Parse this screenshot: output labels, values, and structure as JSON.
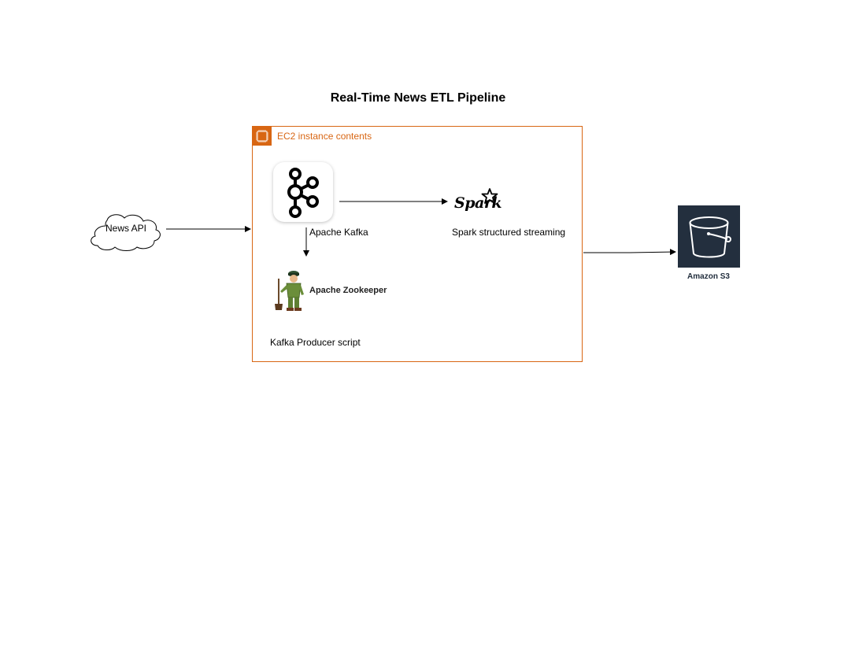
{
  "title": "Real-Time News ETL Pipeline",
  "ec2": {
    "label": "EC2 instance contents",
    "color": "#d86613"
  },
  "nodes": {
    "news_api": {
      "label": "News API",
      "icon": "cloud-shape"
    },
    "kafka": {
      "label": "Apache Kafka",
      "icon": "kafka-logo-icon"
    },
    "spark": {
      "label": "Spark structured streaming",
      "logo_text": "Spark",
      "icon": "spark-star-icon"
    },
    "zookeeper": {
      "label": "Apache Zookeeper",
      "icon": "zookeeper-figure-icon"
    },
    "producer": {
      "label": "Kafka Producer script"
    },
    "s3": {
      "label": "Amazon S3",
      "icon": "s3-bucket-icon",
      "color": "#232f3e"
    }
  },
  "edges": [
    {
      "from": "News API",
      "to": "EC2 instance contents"
    },
    {
      "from": "Apache Kafka",
      "to": "Spark structured streaming"
    },
    {
      "from": "Apache Kafka",
      "to": "Apache Zookeeper"
    },
    {
      "from": "EC2 instance contents",
      "to": "Amazon S3"
    }
  ]
}
